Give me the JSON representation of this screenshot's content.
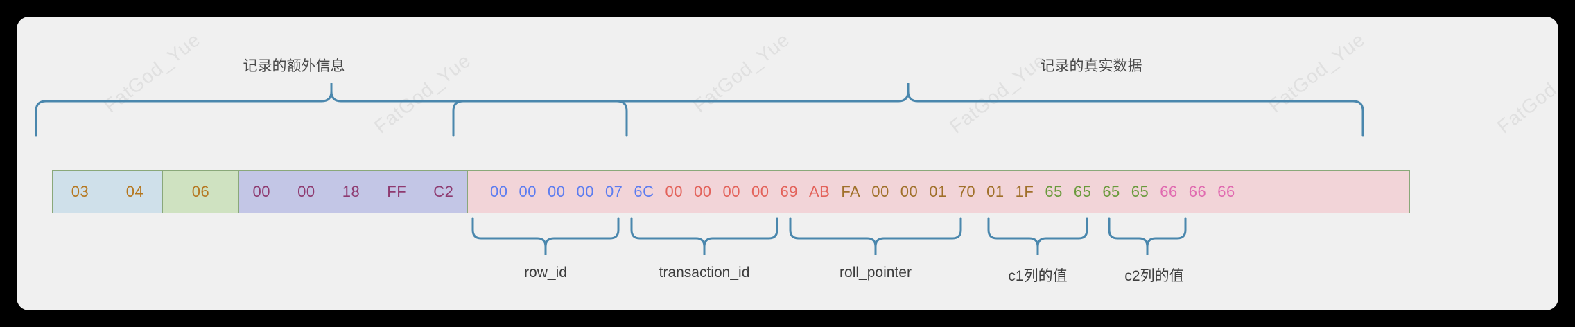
{
  "diagram": {
    "title_left": "记录的额外信息",
    "title_right": "记录的真实数据",
    "watermark": "FatGod_Yue",
    "segments": [
      {
        "name": "variable-length-field-lengths",
        "color": "#cfe0ea",
        "bytes": [
          "03",
          "04"
        ]
      },
      {
        "name": "null-value-bitmap",
        "color": "#cfe2c1",
        "bytes": [
          "06"
        ]
      },
      {
        "name": "record-header",
        "color": "#c3c6e6",
        "bytes": [
          "00",
          "00",
          "18",
          "FF",
          "C2"
        ]
      }
    ],
    "data_groups": [
      {
        "name": "row_id",
        "label": "row_id",
        "color": "#5c7cf0",
        "bytes": [
          "00",
          "00",
          "00",
          "00",
          "07",
          "6C"
        ]
      },
      {
        "name": "transaction_id",
        "label": "transaction_id",
        "color": "#e3625a",
        "bytes": [
          "00",
          "00",
          "00",
          "00",
          "69",
          "AB"
        ]
      },
      {
        "name": "roll_pointer",
        "label": "roll_pointer",
        "color": "#a0702a",
        "bytes": [
          "FA",
          "00",
          "00",
          "01",
          "70",
          "01",
          "1F"
        ]
      },
      {
        "name": "c1-column",
        "label": "c1列的值",
        "color": "#6a9a3c",
        "bytes": [
          "65",
          "65",
          "65",
          "65"
        ]
      },
      {
        "name": "c2-column",
        "label": "c2列的值",
        "color": "#e06ab0",
        "bytes": [
          "66",
          "66",
          "66"
        ]
      }
    ],
    "brace_color": "#4a87ad"
  }
}
